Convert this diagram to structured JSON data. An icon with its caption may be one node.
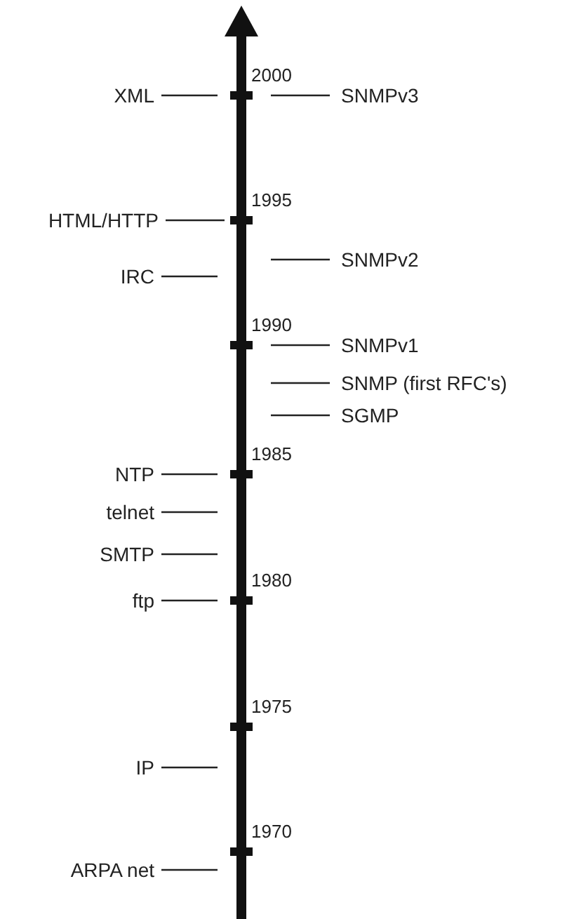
{
  "diagram": {
    "nodes": [
      {
        "text": [
          "XML"
        ]
      },
      {
        "text": [
          "SNMPv3"
        ]
      },
      {
        "text": [
          "HTML/HTTP"
        ]
      },
      {
        "text": [
          "SNMPv2"
        ]
      },
      {
        "text": [
          "IRC"
        ]
      },
      {
        "text": [
          "SNMPv1"
        ]
      },
      {
        "text": [
          "SNMP (first RFC's)"
        ]
      },
      {
        "text": [
          "SGMP"
        ]
      },
      {
        "text": [
          "NTP"
        ]
      },
      {
        "text": [
          "telnet"
        ]
      },
      {
        "text": [
          "SMTP"
        ]
      },
      {
        "text": [
          "ftp"
        ]
      },
      {
        "text": [
          "IP"
        ]
      },
      {
        "text": [
          "ARPA net"
        ]
      }
    ],
    "edges": [
      {
        "from": 0,
        "to": null,
        "arrow": "none"
      },
      {
        "from": 1,
        "to": null,
        "arrow": "none"
      },
      {
        "from": 2,
        "to": null,
        "arrow": "none"
      },
      {
        "from": 3,
        "to": null,
        "arrow": "none"
      },
      {
        "from": 4,
        "to": null,
        "arrow": "none"
      },
      {
        "from": 5,
        "to": null,
        "arrow": "none"
      },
      {
        "from": 6,
        "to": null,
        "arrow": "none"
      },
      {
        "from": 7,
        "to": null,
        "arrow": "none"
      },
      {
        "from": 8,
        "to": null,
        "arrow": "none"
      },
      {
        "from": 9,
        "to": null,
        "arrow": "none"
      },
      {
        "from": 10,
        "to": null,
        "arrow": "none"
      },
      {
        "from": 11,
        "to": null,
        "arrow": "none"
      },
      {
        "from": 12,
        "to": null,
        "arrow": "none"
      },
      {
        "from": 13,
        "to": null,
        "arrow": "none"
      }
    ],
    "labels": [
      "2000",
      "1995",
      "1990",
      "1985",
      "1980",
      "1975",
      "1970"
    ]
  }
}
